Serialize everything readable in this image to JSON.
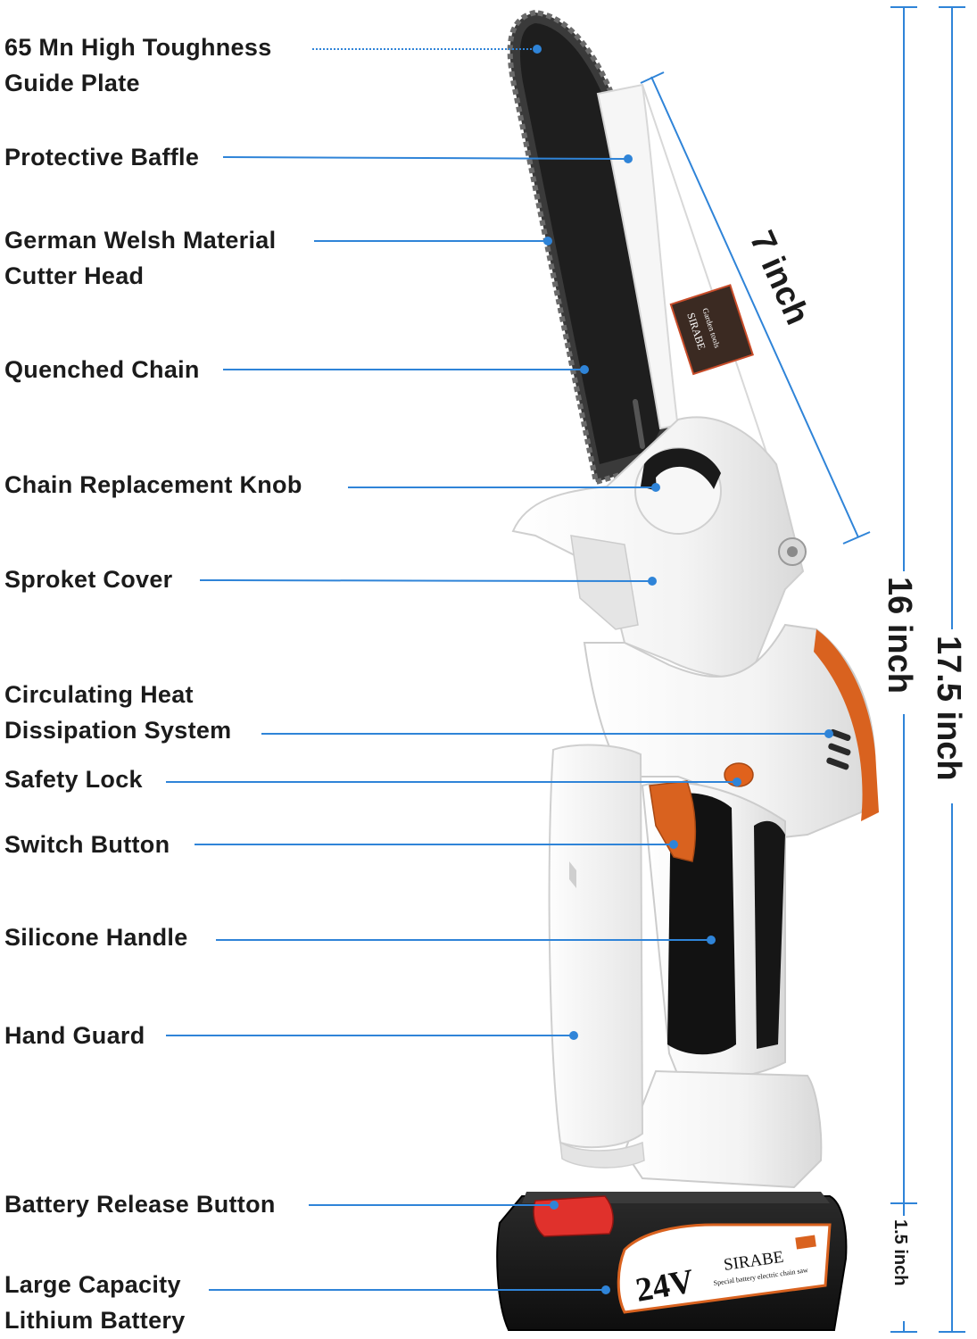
{
  "callouts": [
    {
      "line1": "65 Mn High Toughness",
      "line2": "Guide Plate"
    },
    {
      "line1": "Protective Baffle"
    },
    {
      "line1": "German Welsh Material",
      "line2": "Cutter Head"
    },
    {
      "line1": "Quenched Chain"
    },
    {
      "line1": "Chain Replacement Knob"
    },
    {
      "line1": "Sproket Cover"
    },
    {
      "line1": "Circulating Heat",
      "line2": "Dissipation System"
    },
    {
      "line1": "Safety Lock"
    },
    {
      "line1": "Switch Button"
    },
    {
      "line1": "Silicone Handle"
    },
    {
      "line1": "Hand Guard"
    },
    {
      "line1": "Battery Release Button"
    },
    {
      "line1": "Large Capacity",
      "line2": "Lithium Battery"
    }
  ],
  "dimensions": {
    "blade": "7 inch",
    "body": "16 inch",
    "total": "17.5 inch",
    "battery": "1.5 inch"
  },
  "product": {
    "brand": "SIRABE",
    "brand_sub": "Garden tools",
    "battery_voltage": "24V",
    "battery_brand": "SIRABE",
    "battery_sub": "Special battery electric chain saw"
  },
  "colors": {
    "accent_line": "#2f84d8",
    "orange": "#d9621f",
    "body": "#f4f4f4",
    "blade": "#1e1e1e"
  }
}
